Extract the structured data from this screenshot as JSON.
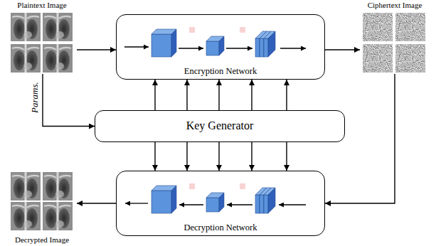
{
  "diagram": {
    "nodes": [
      {
        "text": [
          "Plaintext Image"
        ]
      },
      {
        "text": [
          "Encryption Network"
        ]
      },
      {
        "text": [
          "Ciphertext Image"
        ]
      },
      {
        "text": [
          "Key Generator"
        ]
      },
      {
        "text": [
          "Decryption Network"
        ]
      },
      {
        "text": [
          "Decrypted Image"
        ]
      }
    ],
    "edges": [
      {
        "from": 0,
        "to": 1,
        "arrow": "to"
      },
      {
        "from": 1,
        "to": 2,
        "arrow": "to"
      },
      {
        "from": 0,
        "to": 3,
        "label": "Params.",
        "arrow": "to"
      },
      {
        "from": 3,
        "to": 1,
        "arrow": "to"
      },
      {
        "from": 3,
        "to": 1,
        "arrow": "to"
      },
      {
        "from": 3,
        "to": 1,
        "arrow": "to"
      },
      {
        "from": 3,
        "to": 1,
        "arrow": "to"
      },
      {
        "from": 3,
        "to": 1,
        "arrow": "to"
      },
      {
        "from": 3,
        "to": 4,
        "arrow": "to"
      },
      {
        "from": 3,
        "to": 4,
        "arrow": "to"
      },
      {
        "from": 3,
        "to": 4,
        "arrow": "to"
      },
      {
        "from": 3,
        "to": 4,
        "arrow": "to"
      },
      {
        "from": 3,
        "to": 4,
        "arrow": "to"
      },
      {
        "from": 2,
        "to": 4,
        "arrow": "to"
      },
      {
        "from": 4,
        "to": 5,
        "arrow": "to"
      }
    ]
  }
}
